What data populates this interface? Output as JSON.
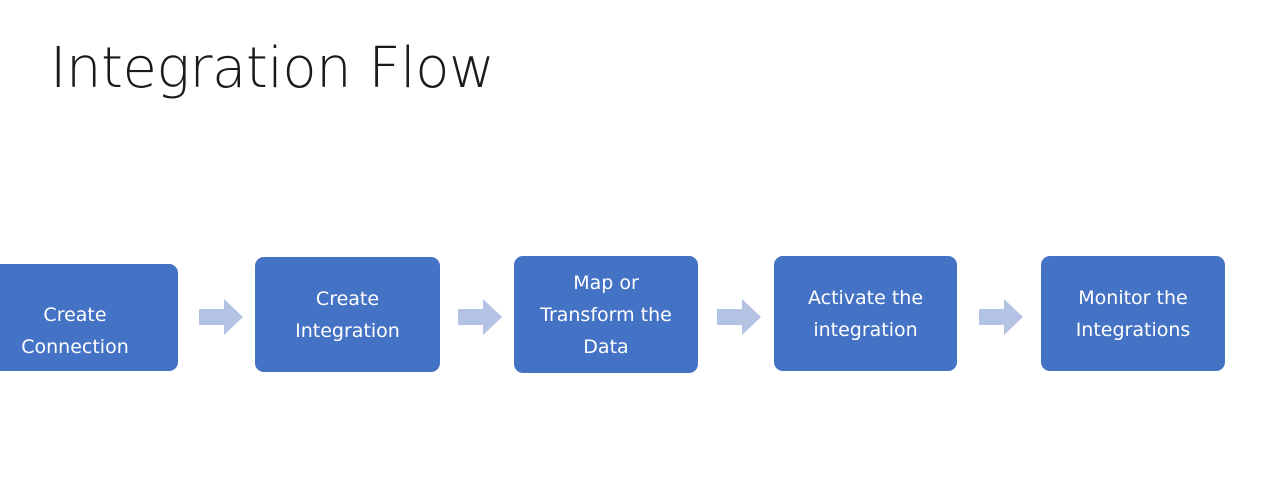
{
  "slide": {
    "title": "Integration Flow",
    "background_color": "#FFFFFF"
  },
  "theme": {
    "box_fill": "#4472C4",
    "box_text_color": "#FFFFFF",
    "arrow_fill": "#B4C2E3",
    "title_color": "#1A1A1A"
  },
  "flow": {
    "steps": [
      {
        "index": 1,
        "label": "Create\nConnection",
        "icon": "process-box"
      },
      {
        "index": 2,
        "label": "Create\nIntegration",
        "icon": "process-box"
      },
      {
        "index": 3,
        "label": "Map or\nTransform the\nData",
        "icon": "process-box"
      },
      {
        "index": 4,
        "label": "Activate the\nintegration",
        "icon": "process-box"
      },
      {
        "index": 5,
        "label": "Monitor the\nIntegrations",
        "icon": "process-box"
      }
    ],
    "connectors": [
      {
        "icon": "arrow-right-icon"
      },
      {
        "icon": "arrow-right-icon"
      },
      {
        "icon": "arrow-right-icon"
      },
      {
        "icon": "arrow-right-icon"
      }
    ]
  }
}
